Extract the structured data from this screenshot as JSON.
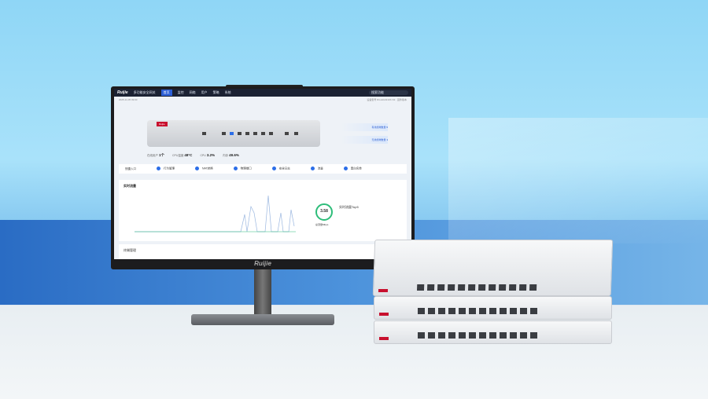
{
  "brand": "Ruijie",
  "app_title": "多功能安全网关",
  "nav": [
    "首页",
    "监控",
    "网络",
    "用户",
    "策略",
    "系统"
  ],
  "search_placeholder": "搜索功能",
  "subheader": {
    "left": "2025-11-05 09:00",
    "right": "设备型号 RG-EG3210X-S3 · 固件版本"
  },
  "device_badges": [
    {
      "label": "有线终端数量",
      "value": "5"
    },
    {
      "label": "无线终端数量",
      "value": "1"
    }
  ],
  "stats": [
    {
      "label": "在线用户",
      "value": "1个"
    },
    {
      "label": "CPU温度",
      "value": "48°C"
    },
    {
      "label": "CPU",
      "value": "3.2%"
    },
    {
      "label": "内存",
      "value": "49.6%"
    }
  ],
  "quick_label": "快捷入口",
  "quick_items": [
    "行为管理",
    "NAT转换",
    "物理端口",
    "安全日志",
    "流量",
    "黑白名单"
  ],
  "traffic": {
    "title": "实时流量",
    "value": "3.58",
    "unit": "总流量Mbps",
    "top_title": "实时流量Top5"
  },
  "panel2_title": "终端管理",
  "colors": {
    "accent": "#2c5fd6",
    "brand": "#c8102e",
    "ok": "#2ebd7a"
  }
}
